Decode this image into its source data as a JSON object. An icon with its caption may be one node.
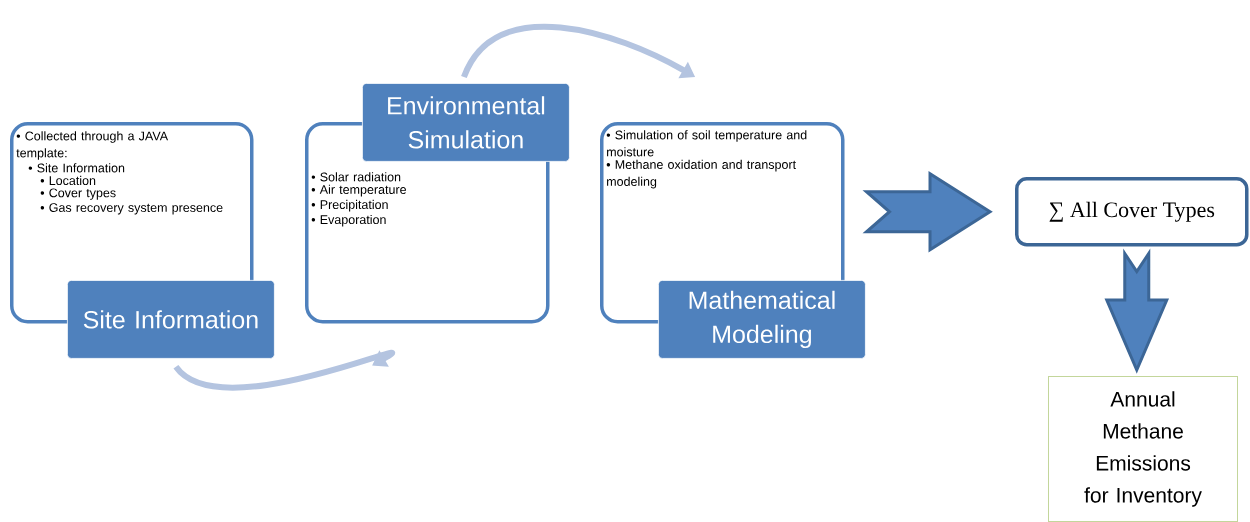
{
  "diagram": {
    "nodes": [
      {
        "text": [
          "• Collected through a JAVA template:",
          "• Site Information",
          "• Location",
          "• Cover types",
          "• Gas recovery system presence"
        ]
      },
      {
        "text": [
          "Site Information"
        ]
      },
      {
        "text": [
          "• Solar radiation",
          "• Air temperature",
          "• Precipitation",
          "• Evaporation"
        ]
      },
      {
        "text": [
          "Environmental Simulation"
        ]
      },
      {
        "text": [
          "• Simulation of soil temperature and moisture",
          "• Methane oxidation and transport modeling"
        ]
      },
      {
        "text": [
          "Mathematical Modeling"
        ]
      },
      {
        "text": [
          "∑ All Cover Types"
        ]
      },
      {
        "text": [
          "Annual Methane Emissions for Inventory"
        ]
      }
    ],
    "edges": [
      {
        "from": 1,
        "to": 2,
        "arrow": "to",
        "color": "#b4c4e0"
      },
      {
        "from": 3,
        "to": 4,
        "arrow": "to",
        "color": "#b4c4e0"
      },
      {
        "from": 4,
        "to": 6,
        "arrow": "to",
        "style": "thick"
      },
      {
        "from": 6,
        "to": 7,
        "arrow": "to",
        "style": "thick"
      }
    ]
  }
}
